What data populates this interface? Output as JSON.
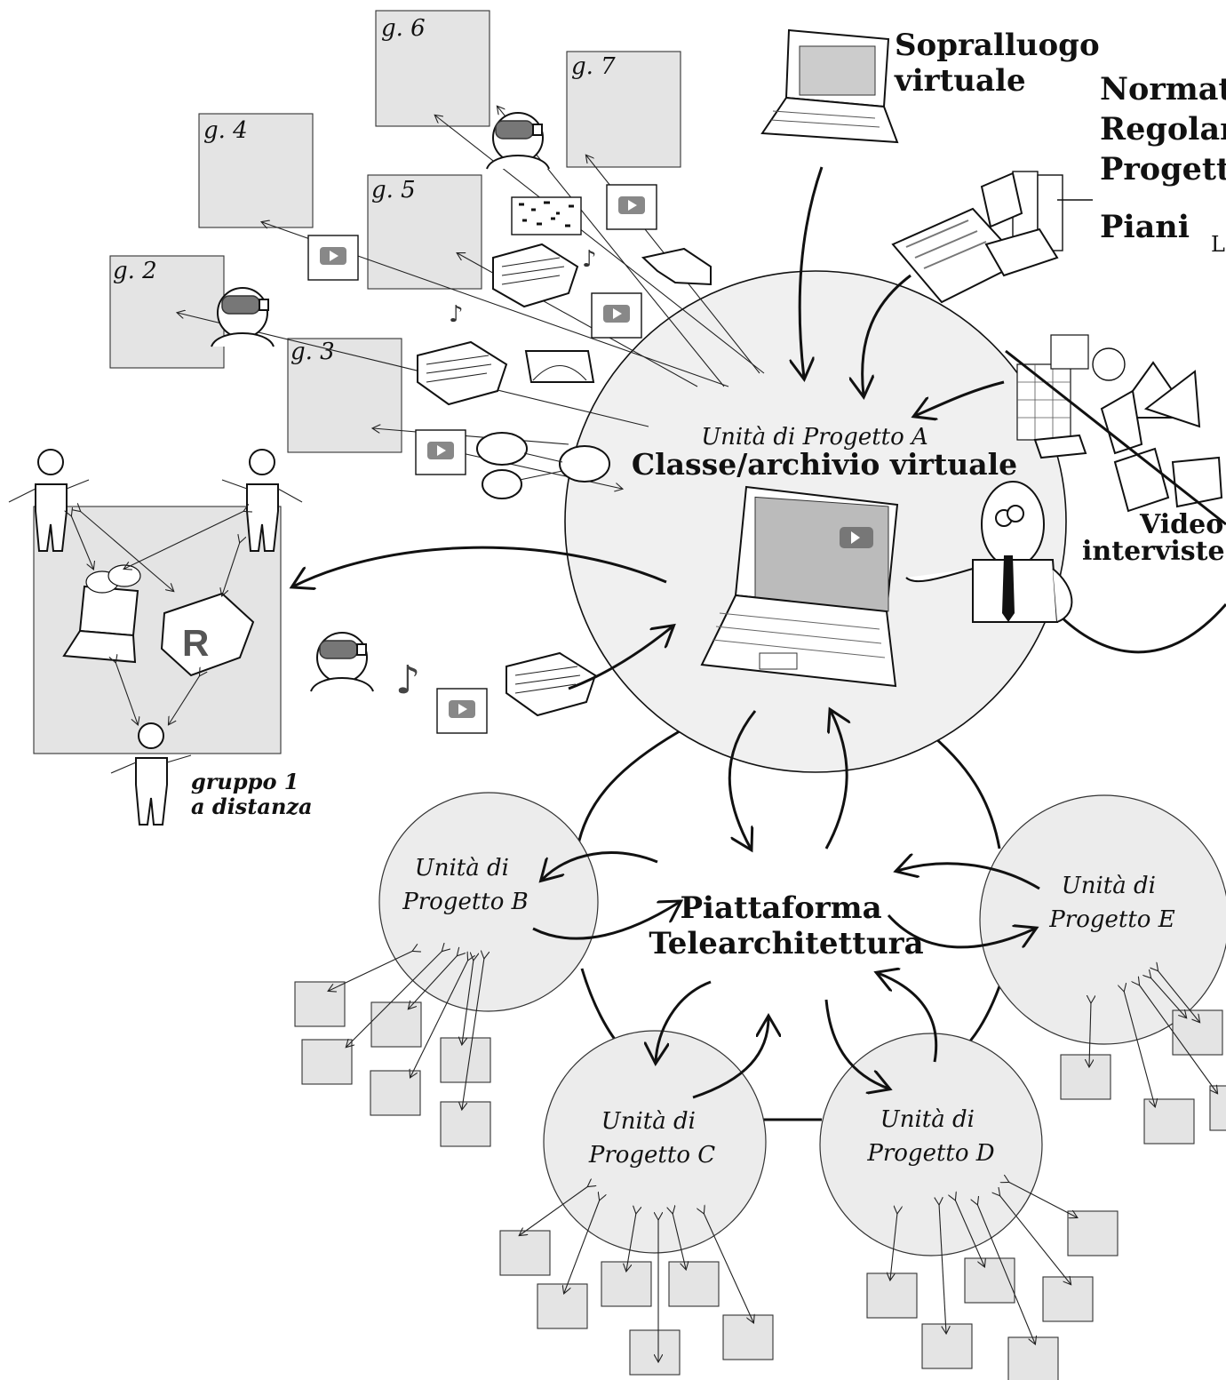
{
  "groups": [
    {
      "id": "g2",
      "label": "g. 2"
    },
    {
      "id": "g3",
      "label": "g. 3"
    },
    {
      "id": "g4",
      "label": "g. 4"
    },
    {
      "id": "g5",
      "label": "g. 5"
    },
    {
      "id": "g6",
      "label": "g. 6"
    },
    {
      "id": "g7",
      "label": "g. 7"
    }
  ],
  "sources": {
    "site_visit": "Sopralluogo\nvirtuale",
    "documents": "Normativ\nRegolam\nProgetti\nPiani",
    "cut_label": "L",
    "interviews": "Video\ninterviste"
  },
  "center": {
    "unit": "Unità di Progetto A",
    "title": "Classe/archivio virtuale"
  },
  "remote_group": "gruppo 1\na distanza",
  "platform": "Piattaforma\nTelearchitettura",
  "units": {
    "b": "Unità di\nProgetto B",
    "c": "Unità di\nProgetto C",
    "d": "Unità di\nProgetto D",
    "e": "Unità di\nProgetto E"
  }
}
